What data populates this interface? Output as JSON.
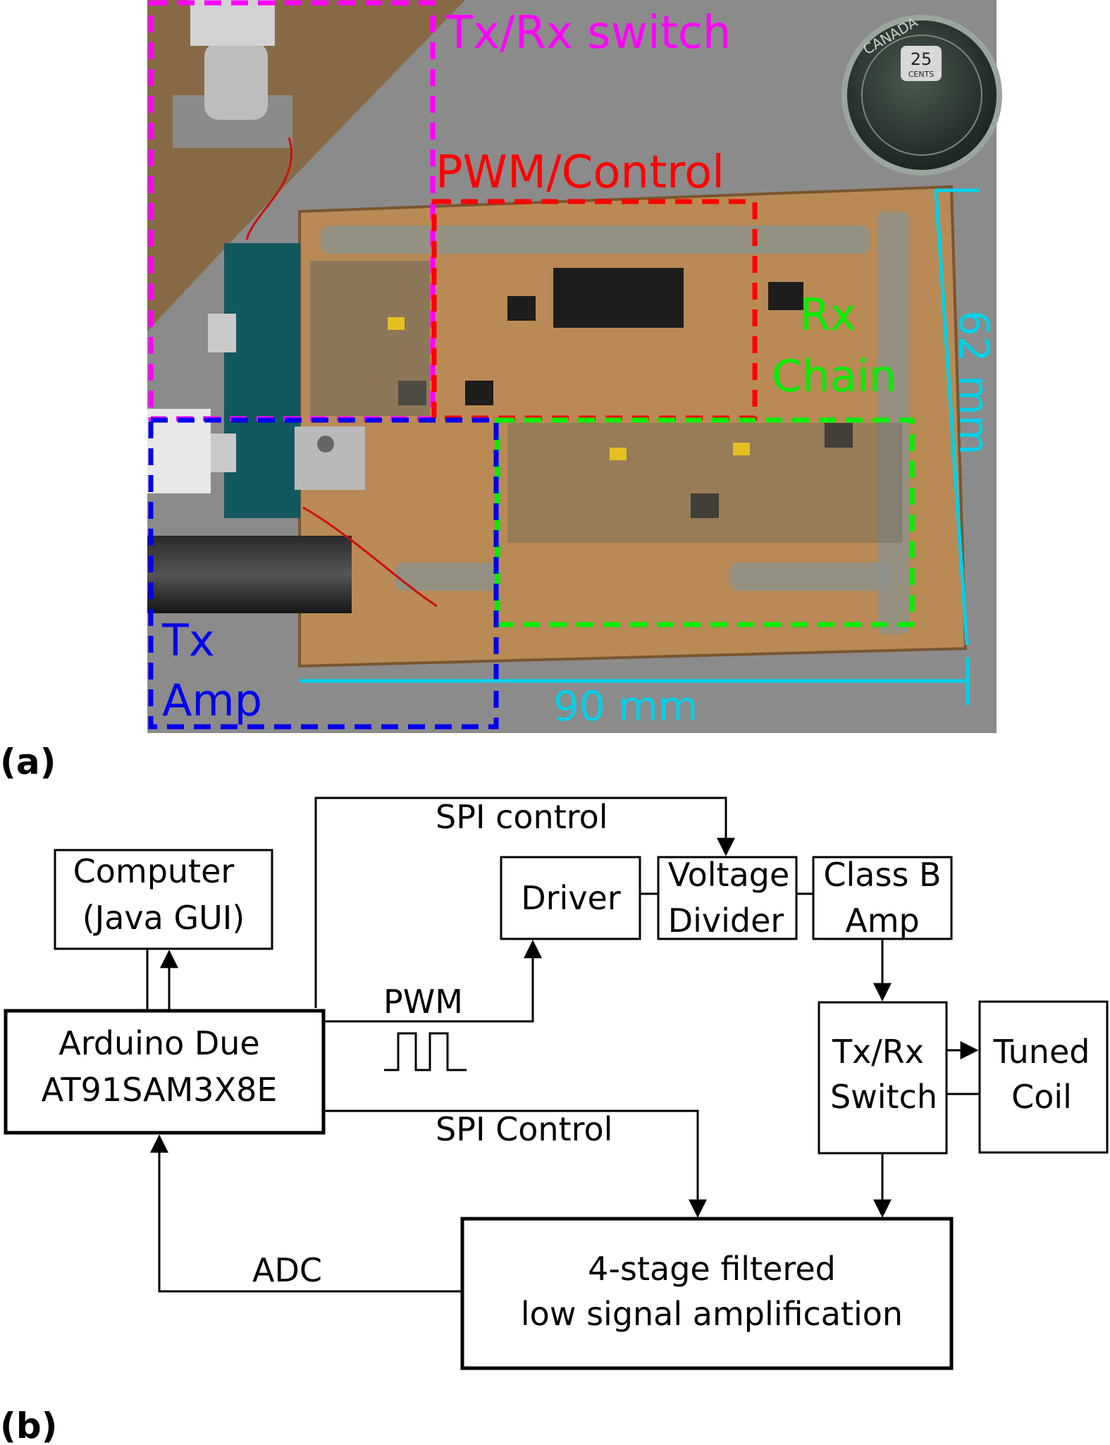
{
  "panel_a": {
    "label": "(a)",
    "regions": {
      "txrx": "Tx/Rx switch",
      "pwm": "PWM/Control",
      "rx_line1": "Rx",
      "rx_line2": "Chain",
      "tx_line1": "Tx",
      "tx_line2": "Amp"
    },
    "dimensions": {
      "height": "62 mm",
      "width": "90 mm"
    },
    "coin": {
      "value": "25",
      "unit": "CENTS",
      "rim_text": "CANADA"
    },
    "colors": {
      "txrx": "#ff00ff",
      "pwm": "#ff0000",
      "rx": "#00ee00",
      "tx": "#0000ee",
      "dimension": "#00d0e8"
    }
  },
  "panel_b": {
    "label": "(b)",
    "blocks": {
      "computer": [
        "Computer",
        "(Java GUI)"
      ],
      "arduino": [
        "Arduino Due",
        "AT91SAM3X8E"
      ],
      "driver": "Driver",
      "divider": [
        "Voltage",
        "Divider"
      ],
      "classb": [
        "Class B",
        "Amp"
      ],
      "switch": [
        "Tx/Rx",
        "Switch"
      ],
      "coil": [
        "Tuned",
        "Coil"
      ],
      "amp": [
        "4-stage filtered",
        "low signal amplification"
      ]
    },
    "signals": {
      "spi_top": "SPI control",
      "pwm": "PWM",
      "spi_bottom": "SPI Control",
      "adc": "ADC"
    }
  }
}
